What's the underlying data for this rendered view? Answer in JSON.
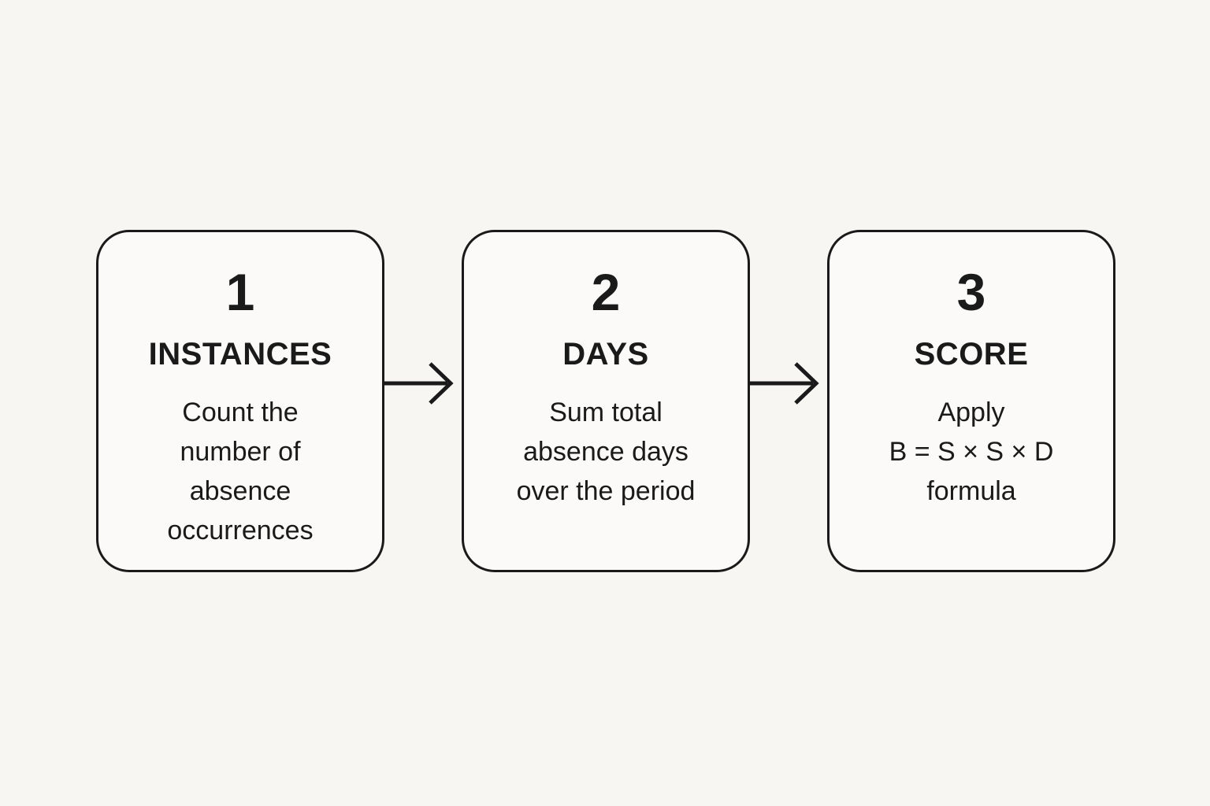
{
  "diagram": {
    "colors": {
      "background": "#f7f6f2",
      "box_fill": "#fbfaf8",
      "ink": "#1a1a1a"
    },
    "steps": [
      {
        "number": "1",
        "title": "INSTANCES",
        "description": "Count the\nnumber of\nabsence\noccurrences"
      },
      {
        "number": "2",
        "title": "DAYS",
        "description": "Sum total\nabsence days\nover the period"
      },
      {
        "number": "3",
        "title": "SCORE",
        "description": "Apply\nB = S × S × D\nformula"
      }
    ],
    "connectors": [
      "arrow-right",
      "arrow-right"
    ]
  }
}
